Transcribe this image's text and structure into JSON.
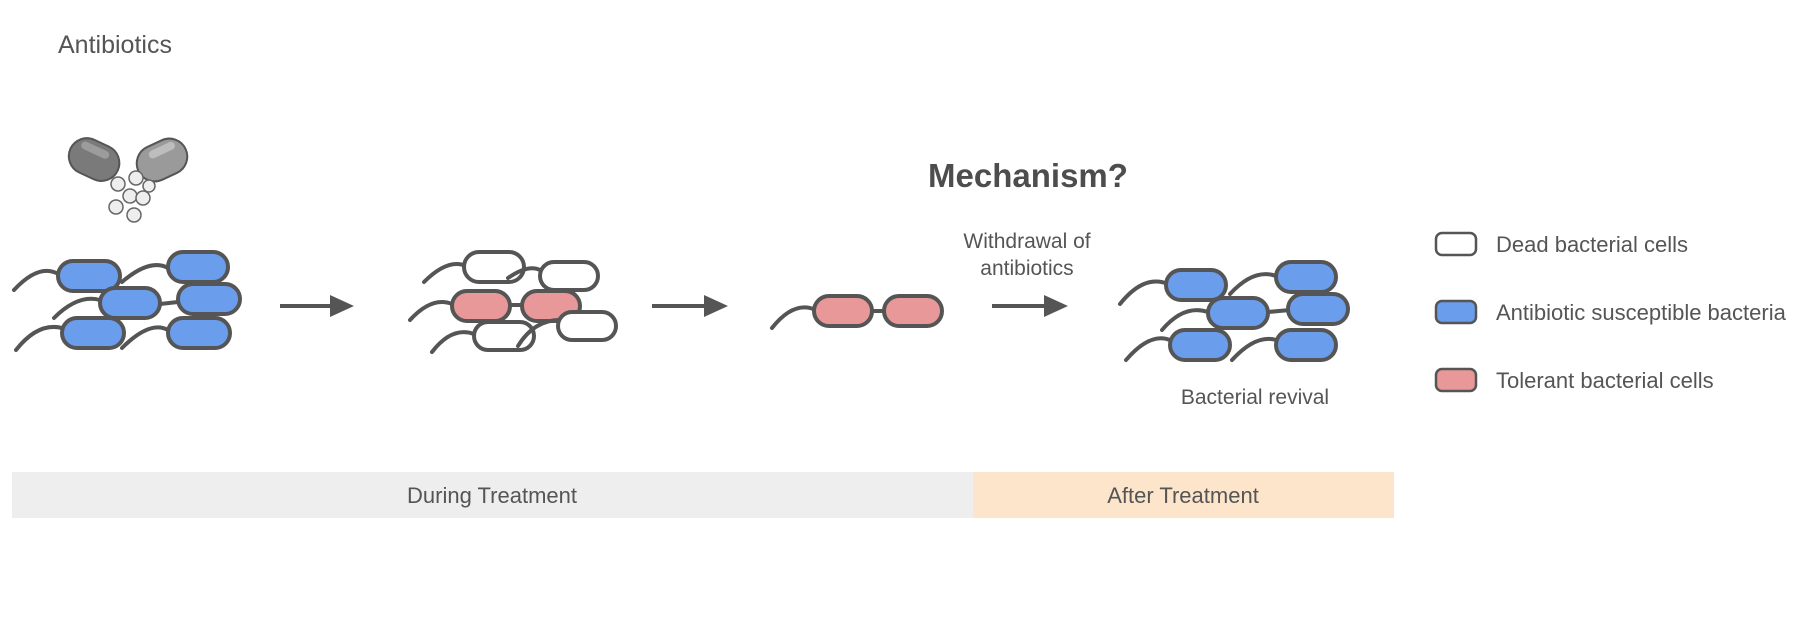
{
  "title": "Antibiotics",
  "mechanism_label": "Mechanism?",
  "withdrawal_label": [
    "Withdrawal of",
    "antibiotics"
  ],
  "revival_label": "Bacterial revival",
  "timeline": {
    "during": "During Treatment",
    "after": "After Treatment"
  },
  "legend": [
    {
      "label": "Dead bacterial cells",
      "color": "#ffffff"
    },
    {
      "label": "Antibiotic susceptible bacteria",
      "color": "#6b9ded"
    },
    {
      "label": "Tolerant bacterial cells",
      "color": "#e89898"
    }
  ],
  "colors": {
    "dead": "#ffffff",
    "susceptible": "#6b9ded",
    "tolerant": "#e89898",
    "outline": "#555555",
    "during_band": "#eeeeee",
    "after_band": "#fde5cc"
  },
  "icons": [
    "pill-capsule-icon",
    "arrow-right-icon"
  ]
}
